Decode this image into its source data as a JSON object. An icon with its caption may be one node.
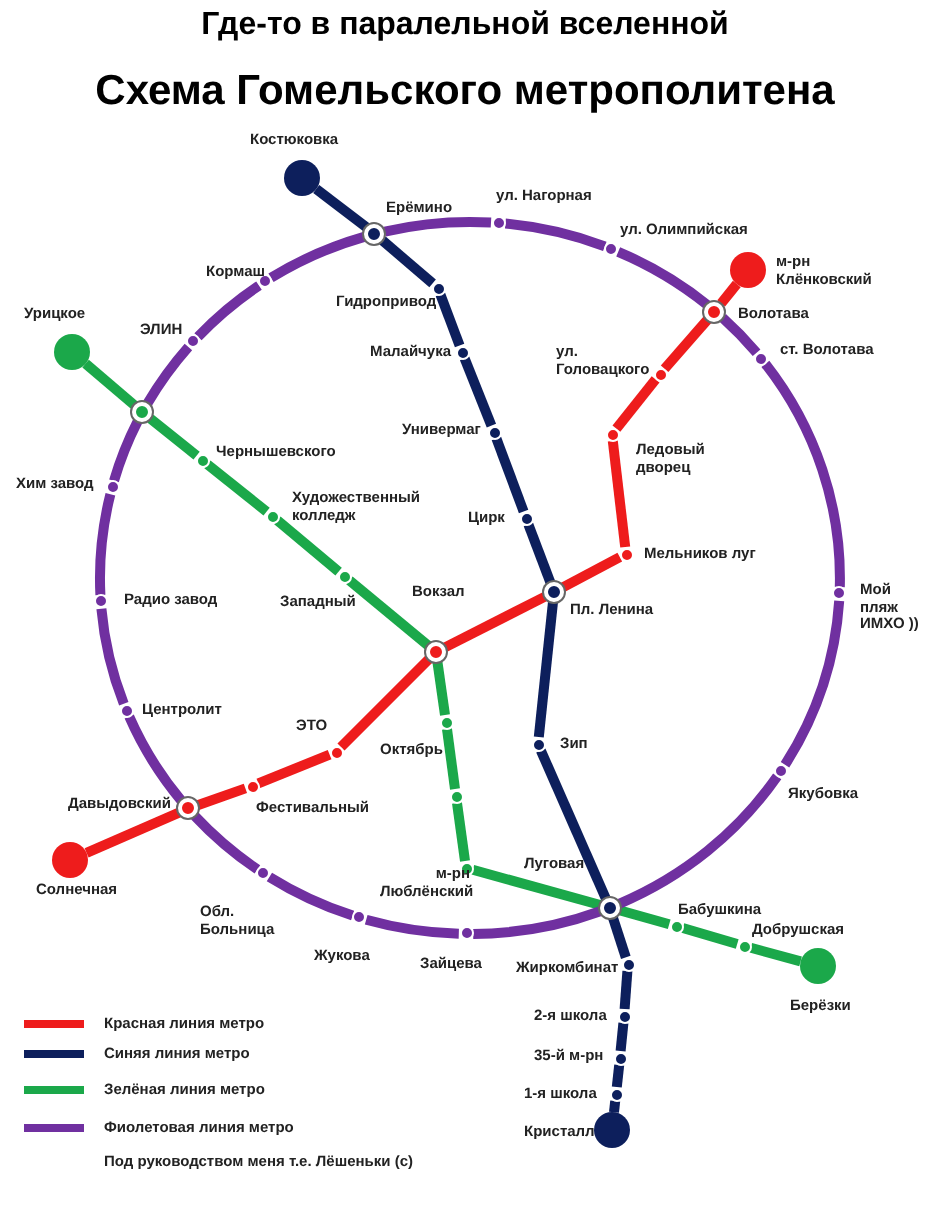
{
  "diagram": {
    "title": "Схема Гомельского метрополитена",
    "nodes": [
      {
        "text": [],
        "shape": "circle",
        "beside": [
          "Костюковка"
        ]
      },
      {
        "text": [],
        "shape": "circle",
        "beside": [
          "Ерёмино"
        ]
      },
      {
        "text": [],
        "shape": "circle",
        "beside": [
          "ул. Нагорная"
        ]
      },
      {
        "text": [],
        "shape": "circle",
        "beside": [
          "ул. Олимпийская"
        ]
      },
      {
        "text": [],
        "shape": "circle",
        "beside": [
          "м-рн Клёнковский"
        ]
      },
      {
        "text": [],
        "shape": "circle",
        "beside": [
          "Волотава"
        ]
      },
      {
        "text": [],
        "shape": "circle",
        "beside": [
          "ст. Волотава"
        ]
      },
      {
        "text": [],
        "shape": "circle",
        "beside": [
          "Кормаш"
        ]
      },
      {
        "text": [],
        "shape": "circle",
        "beside": [
          "Гидропривод"
        ]
      },
      {
        "text": [],
        "shape": "circle",
        "beside": [
          "Урицкое"
        ]
      },
      {
        "text": [],
        "shape": "circle",
        "beside": [
          "ЭЛИН"
        ]
      },
      {
        "text": [],
        "shape": "circle",
        "beside": [
          "Малайчука"
        ]
      },
      {
        "text": [],
        "shape": "circle",
        "beside": [
          "ул. Головацкого"
        ]
      },
      {
        "text": [],
        "shape": "circle"
      },
      {
        "text": [],
        "shape": "circle",
        "beside": [
          "Универмаг"
        ]
      },
      {
        "text": [],
        "shape": "circle",
        "beside": [
          "Ледовый дворец"
        ]
      },
      {
        "text": [],
        "shape": "circle",
        "beside": [
          "Чернышевского"
        ]
      },
      {
        "text": [],
        "shape": "circle",
        "beside": [
          "Хим завод"
        ]
      },
      {
        "text": [],
        "shape": "circle",
        "beside": [
          "Художественный колледж"
        ]
      },
      {
        "text": [],
        "shape": "circle",
        "beside": [
          "Цирк"
        ]
      },
      {
        "text": [],
        "shape": "circle",
        "beside": [
          "Мельников луг"
        ]
      },
      {
        "text": [],
        "shape": "circle",
        "beside": [
          "Западный"
        ]
      },
      {
        "text": [],
        "shape": "circle",
        "beside": [
          "Пл. Ленина"
        ]
      },
      {
        "text": [],
        "shape": "circle",
        "beside": [
          "Мой пляж ИМХО ))"
        ]
      },
      {
        "text": [],
        "shape": "circle",
        "beside": [
          "Радио завод"
        ]
      },
      {
        "text": [],
        "shape": "circle",
        "beside": [
          "Вокзал"
        ]
      },
      {
        "text": [],
        "shape": "circle",
        "beside": [
          "Центролит"
        ]
      },
      {
        "text": [],
        "shape": "circle",
        "beside": [
          "Октябрь"
        ]
      },
      {
        "text": [],
        "shape": "circle",
        "beside": [
          "Зип"
        ]
      },
      {
        "text": [],
        "shape": "circle",
        "beside": [
          "ЭТО"
        ]
      },
      {
        "text": [],
        "shape": "circle",
        "beside": [
          "Якубовка"
        ]
      },
      {
        "text": [],
        "shape": "circle",
        "beside": [
          "Фестивальный"
        ]
      },
      {
        "text": [],
        "shape": "circle"
      },
      {
        "text": [],
        "shape": "circle",
        "beside": [
          "Давыдовский"
        ]
      },
      {
        "text": [],
        "shape": "circle",
        "beside": [
          "Солнечная"
        ]
      },
      {
        "text": [],
        "shape": "circle",
        "beside": [
          "м-рн Люблёнский"
        ]
      },
      {
        "text": [],
        "shape": "circle",
        "beside": [
          "Обл. Больница"
        ]
      },
      {
        "text": [],
        "shape": "circle",
        "beside": [
          "Луговая"
        ]
      },
      {
        "text": [],
        "shape": "circle",
        "beside": [
          "Жукова"
        ]
      },
      {
        "text": [],
        "shape": "circle",
        "beside": [
          "Бабушкина"
        ]
      },
      {
        "text": [],
        "shape": "circle",
        "beside": [
          "Зайцева"
        ]
      },
      {
        "text": [],
        "shape": "circle",
        "beside": [
          "Добрушская"
        ]
      },
      {
        "text": [],
        "shape": "circle",
        "beside": [
          "Жиркомбинат"
        ]
      },
      {
        "text": [],
        "shape": "circle",
        "beside": [
          "Берёзки"
        ]
      },
      {
        "text": [],
        "shape": "circle",
        "beside": [
          "2-я школа"
        ]
      },
      {
        "text": [],
        "shape": "circle",
        "beside": [
          "35-й м-рн"
        ]
      },
      {
        "text": [],
        "shape": "circle",
        "beside": [
          "1-я школа"
        ]
      },
      {
        "text": [],
        "shape": "circle",
        "beside": [
          "Кристалл"
        ]
      }
    ],
    "edges": [
      {
        "from": 0,
        "to": 1,
        "arrow": "none",
        "color": "#0d1f5c"
      },
      {
        "from": 1,
        "to": 8,
        "arrow": "none",
        "color": "#0d1f5c"
      },
      {
        "from": 8,
        "to": 11,
        "arrow": "none",
        "color": "#0d1f5c"
      },
      {
        "from": 11,
        "to": 14,
        "arrow": "none",
        "color": "#0d1f5c"
      },
      {
        "from": 14,
        "to": 19,
        "arrow": "none",
        "color": "#0d1f5c"
      },
      {
        "from": 19,
        "to": 22,
        "arrow": "none",
        "color": "#0d1f5c"
      },
      {
        "from": 22,
        "to": 28,
        "arrow": "none",
        "color": "#0d1f5c"
      },
      {
        "from": 28,
        "to": 37,
        "arrow": "none",
        "color": "#0d1f5c"
      },
      {
        "from": 37,
        "to": 42,
        "arrow": "none",
        "color": "#0d1f5c"
      },
      {
        "from": 42,
        "to": 44,
        "arrow": "none",
        "color": "#0d1f5c"
      },
      {
        "from": 44,
        "to": 45,
        "arrow": "none",
        "color": "#0d1f5c"
      },
      {
        "from": 45,
        "to": 46,
        "arrow": "none",
        "color": "#0d1f5c"
      },
      {
        "from": 46,
        "to": 47,
        "arrow": "none",
        "color": "#0d1f5c"
      },
      {
        "from": 4,
        "to": 5,
        "arrow": "none",
        "color": "#ee1c1c"
      },
      {
        "from": 5,
        "to": 12,
        "arrow": "none",
        "color": "#ee1c1c"
      },
      {
        "from": 12,
        "to": 15,
        "arrow": "none",
        "color": "#ee1c1c"
      },
      {
        "from": 15,
        "to": 20,
        "arrow": "none",
        "color": "#ee1c1c"
      },
      {
        "from": 20,
        "to": 22,
        "arrow": "none",
        "color": "#ee1c1c"
      },
      {
        "from": 22,
        "to": 25,
        "arrow": "none",
        "color": "#ee1c1c"
      },
      {
        "from": 25,
        "to": 29,
        "arrow": "none",
        "color": "#ee1c1c"
      },
      {
        "from": 29,
        "to": 31,
        "arrow": "none",
        "color": "#ee1c1c"
      },
      {
        "from": 31,
        "to": 33,
        "arrow": "none",
        "color": "#ee1c1c"
      },
      {
        "from": 33,
        "to": 34,
        "arrow": "none",
        "color": "#ee1c1c"
      },
      {
        "from": 9,
        "to": 13,
        "arrow": "none",
        "color": "#1ba84a"
      },
      {
        "from": 13,
        "to": 16,
        "arrow": "none",
        "color": "#1ba84a"
      },
      {
        "from": 16,
        "to": 18,
        "arrow": "none",
        "color": "#1ba84a"
      },
      {
        "from": 18,
        "to": 21,
        "arrow": "none",
        "color": "#1ba84a"
      },
      {
        "from": 21,
        "to": 25,
        "arrow": "none",
        "color": "#1ba84a"
      },
      {
        "from": 25,
        "to": 27,
        "arrow": "none",
        "color": "#1ba84a"
      },
      {
        "from": 27,
        "to": 32,
        "arrow": "none",
        "color": "#1ba84a"
      },
      {
        "from": 32,
        "to": 35,
        "arrow": "none",
        "color": "#1ba84a"
      },
      {
        "from": 35,
        "to": 37,
        "arrow": "none",
        "color": "#1ba84a"
      },
      {
        "from": 37,
        "to": 39,
        "arrow": "none",
        "color": "#1ba84a"
      },
      {
        "from": 39,
        "to": 41,
        "arrow": "none",
        "color": "#1ba84a"
      },
      {
        "from": 41,
        "to": 43,
        "arrow": "none",
        "color": "#1ba84a"
      },
      {
        "from": 1,
        "to": 2,
        "arrow": "none",
        "color": "#7030a0"
      },
      {
        "from": 2,
        "to": 3,
        "arrow": "none",
        "color": "#7030a0"
      },
      {
        "from": 3,
        "to": 5,
        "arrow": "none",
        "color": "#7030a0"
      },
      {
        "from": 5,
        "to": 6,
        "arrow": "none",
        "color": "#7030a0"
      },
      {
        "from": 6,
        "to": 23,
        "arrow": "none",
        "color": "#7030a0"
      },
      {
        "from": 23,
        "to": 30,
        "arrow": "none",
        "color": "#7030a0"
      },
      {
        "from": 30,
        "to": 37,
        "arrow": "none",
        "color": "#7030a0"
      },
      {
        "from": 37,
        "to": 40,
        "arrow": "none",
        "color": "#7030a0"
      },
      {
        "from": 40,
        "to": 38,
        "arrow": "none",
        "color": "#7030a0"
      },
      {
        "from": 38,
        "to": 36,
        "arrow": "none",
        "color": "#7030a0"
      },
      {
        "from": 36,
        "to": 33,
        "arrow": "none",
        "color": "#7030a0"
      },
      {
        "from": 33,
        "to": 26,
        "arrow": "none",
        "color": "#7030a0"
      },
      {
        "from": 26,
        "to": 24,
        "arrow": "none",
        "color": "#7030a0"
      },
      {
        "from": 24,
        "to": 17,
        "arrow": "none",
        "color": "#7030a0"
      },
      {
        "from": 17,
        "to": 13,
        "arrow": "none",
        "color": "#7030a0"
      },
      {
        "from": 13,
        "to": 10,
        "arrow": "none",
        "color": "#7030a0"
      },
      {
        "from": 10,
        "to": 7,
        "arrow": "none",
        "color": "#7030a0"
      },
      {
        "from": 7,
        "to": 1,
        "arrow": "none",
        "color": "#7030a0"
      }
    ],
    "labels": [
      "Где-то в паралельной вселенной",
      "Под руководством меня т.е. Лёшеньки (с)"
    ],
    "legend": [
      {
        "text": "Красная линия метро",
        "color": "#ee1c1c"
      },
      {
        "text": "Синяя линия метро",
        "color": "#0d1f5c"
      },
      {
        "text": "Зелёная линия метро",
        "color": "#1ba84a"
      },
      {
        "text": "Фиолетовая линия метро",
        "color": "#7030a0"
      }
    ]
  }
}
